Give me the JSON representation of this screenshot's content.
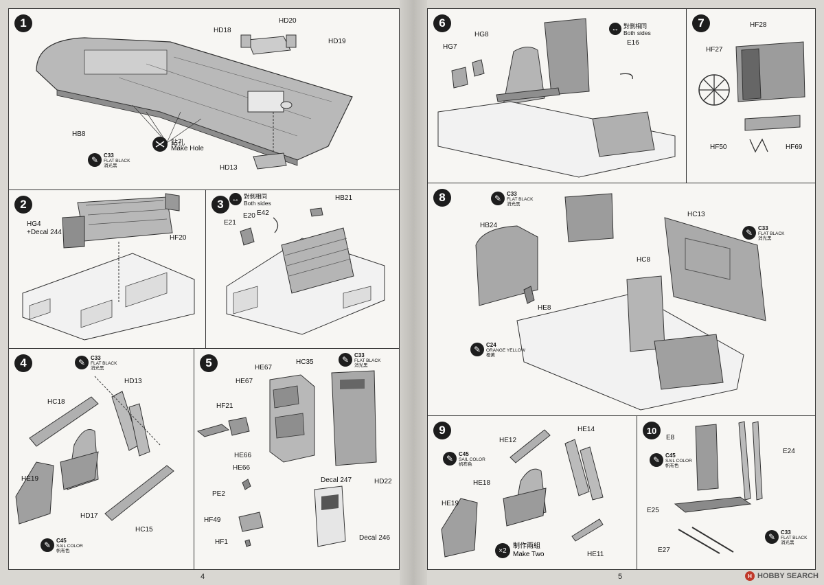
{
  "pages": {
    "left_number": "4",
    "right_number": "5"
  },
  "paints": {
    "c33": {
      "code": "C33",
      "en": "FLAT BLACK",
      "zh": "消光黑"
    },
    "c45": {
      "code": "C45",
      "en": "SAIL COLOR",
      "zh": "帆布色"
    },
    "c24": {
      "code": "C24",
      "en": "ORANGE YELLOW",
      "zh": "橙黃"
    }
  },
  "notes": {
    "both_sides_zh": "對側相同",
    "both_sides_en": "Both sides",
    "make_hole_zh": "鉆孔",
    "make_hole_en": "Make Hole",
    "make_two_zh": "制作兩組",
    "make_two_en": "Make Two",
    "times_two": "×2"
  },
  "steps": {
    "s1": {
      "number": "1",
      "labels": [
        "HD18",
        "HD20",
        "HD19",
        "HB8",
        "HD13"
      ]
    },
    "s2": {
      "number": "2",
      "labels": [
        "HG4",
        "+Decal 244",
        "HF20"
      ]
    },
    "s3": {
      "number": "3",
      "labels": [
        "E42",
        "E20",
        "E21",
        "HB21"
      ]
    },
    "s4": {
      "number": "4",
      "labels": [
        "HD13",
        "HC18",
        "HE19",
        "HD17",
        "HC15"
      ]
    },
    "s5": {
      "number": "5",
      "labels": [
        "HE67",
        "HC35",
        "HE67",
        "HF21",
        "HE66",
        "HE66",
        "PE2",
        "HF49",
        "HF1",
        "HD22",
        "Decal 247",
        "Decal 246"
      ]
    },
    "s6": {
      "number": "6",
      "labels": [
        "HG8",
        "HG7",
        "E16"
      ]
    },
    "s7": {
      "number": "7",
      "labels": [
        "HF28",
        "HF27",
        "HF50",
        "HF69"
      ]
    },
    "s8": {
      "number": "8",
      "labels": [
        "HB24",
        "HC13",
        "HC8",
        "HE8"
      ]
    },
    "s9": {
      "number": "9",
      "labels": [
        "HE12",
        "HE14",
        "HE18",
        "HE19",
        "HE11"
      ]
    },
    "s10": {
      "number": "10",
      "labels": [
        "E8",
        "E24",
        "E25",
        "E27"
      ]
    }
  },
  "watermark": {
    "text": "HOBBY SEARCH"
  }
}
